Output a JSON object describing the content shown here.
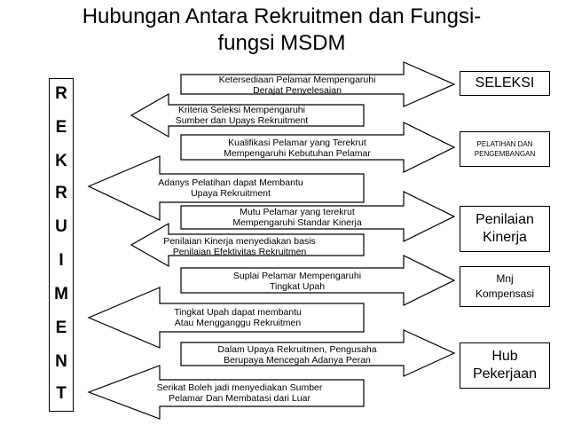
{
  "title": {
    "line1": "Hubungan Antara Rekruitmen dan Fungsi-",
    "line2": "fungsi MSDM"
  },
  "vertical_letters": [
    "R",
    "E",
    "K",
    "R",
    "U",
    "I",
    "M",
    "E",
    "N",
    "T"
  ],
  "right_boxes": {
    "seleksi": "SELEKSI",
    "pelatihan": {
      "line1": "PELATIHAN DAN",
      "line2": "PENGEMBANGAN"
    },
    "penilaian": {
      "line1": "Penilaian",
      "line2": "Kinerja"
    },
    "kompensasi": {
      "line1": "Mnj",
      "line2": "Kompensasi"
    },
    "hub": {
      "line1": "Hub",
      "line2": "Pekerjaan"
    }
  },
  "arrows": {
    "a1": {
      "direction": "right",
      "line1": "Ketersediaan Pelamar Mempengaruhi",
      "line2": "Derajat Penyelesaian"
    },
    "a2": {
      "direction": "left",
      "line1": "Kriteria Seleksi Mempengaruhi",
      "line2": "Sumber dan Upays Rekruitment"
    },
    "a3": {
      "direction": "right",
      "line1": "Kualifikasi Pelamar yang Terekrut",
      "line2": "Mempengaruhi Kebutuhan Pelamar"
    },
    "a4": {
      "direction": "left",
      "line1": "Adanys Pelatihan dapat Membantu",
      "line2": "Upaya Rekruitment"
    },
    "a5": {
      "direction": "right",
      "line1": "Mutu Pelamar yang terekrut",
      "line2": "Mempengaruhi Standar Kinerja"
    },
    "a6": {
      "direction": "left",
      "line1": "Penilaian Kinerja menyediakan basis",
      "line2": "Penilaian Efektivitas Rekruitmen"
    },
    "a7": {
      "direction": "right",
      "line1": "Suplai Pelamar Mempengaruhi",
      "line2": "Tingkat Upah"
    },
    "a8": {
      "direction": "left",
      "line1": "Tingkat Upah dapat membantu",
      "line2": "Atau Mengganggu Rekruitmen"
    },
    "a9": {
      "direction": "right",
      "line1": "Dalam Upaya Rekruitmen, Pengusaha",
      "line2": "Berupaya Mencegah Adanya Peran"
    },
    "a10": {
      "direction": "left",
      "line1": "Serikat Boleh jadi menyediakan Sumber",
      "line2": "Pelamar Dan Membatasi dari Luar"
    }
  }
}
